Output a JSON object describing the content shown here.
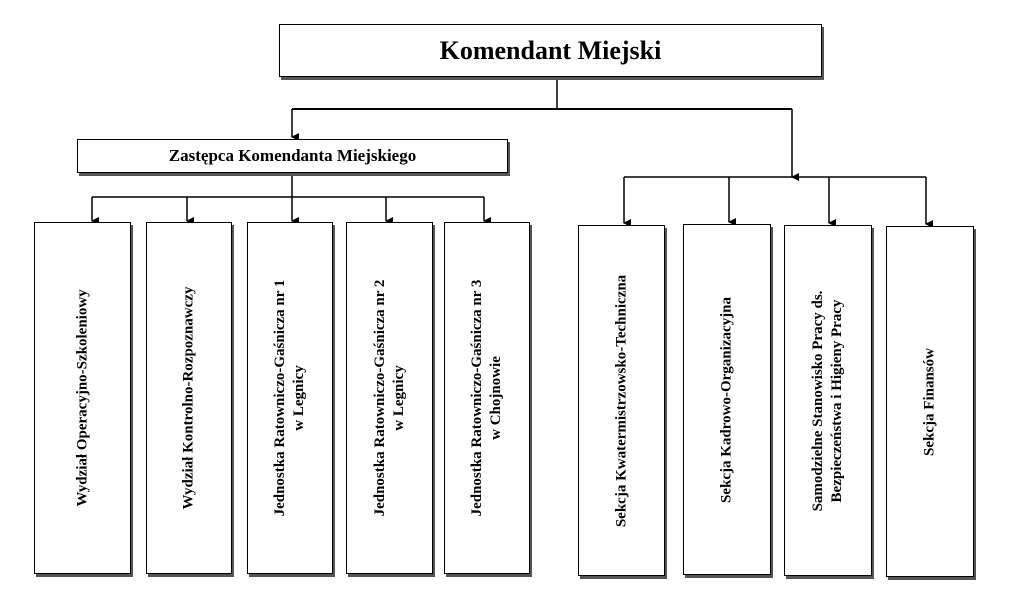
{
  "commander": "Komendant Miejski",
  "deputy": "Zastępca Komendanta Miejskiego",
  "deputy_units": [
    {
      "lines": [
        "Wydział Operacyjno-Szkoleniowy"
      ]
    },
    {
      "lines": [
        "Wydział Kontrolno-Rozpoznawczy"
      ]
    },
    {
      "lines": [
        "Jednostka Ratowniczo-Gaśnicza nr 1",
        "w Legnicy"
      ]
    },
    {
      "lines": [
        "Jednostka Ratowniczo-Gaśnicza nr 2",
        "w Legnicy"
      ]
    },
    {
      "lines": [
        "Jednostka Ratowniczo-Gaśnicza nr 3",
        "w Chojnowie"
      ]
    }
  ],
  "direct_units": [
    {
      "lines": [
        "Sekcja Kwatermistrzowsko-Techniczna"
      ]
    },
    {
      "lines": [
        "Sekcja Kadrowo-Organizacyjna"
      ]
    },
    {
      "lines": [
        "Samodzielne Stanowisko Pracy ds.",
        "Bezpieczeństwa i Higieny Pracy"
      ]
    },
    {
      "lines": [
        "Sekcja Finansów"
      ]
    }
  ]
}
